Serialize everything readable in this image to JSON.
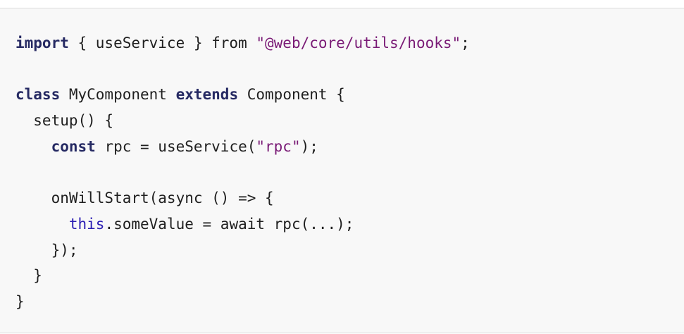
{
  "code": {
    "lines": [
      [
        {
          "t": "import",
          "c": "kw"
        },
        {
          "t": " { useService } from ",
          "c": "plain"
        },
        {
          "t": "\"@web/core/utils/hooks\"",
          "c": "str"
        },
        {
          "t": ";",
          "c": "plain"
        }
      ],
      [],
      [
        {
          "t": "class",
          "c": "kw"
        },
        {
          "t": " MyComponent ",
          "c": "plain"
        },
        {
          "t": "extends",
          "c": "kw"
        },
        {
          "t": " Component {",
          "c": "plain"
        }
      ],
      [
        {
          "t": "  setup() {",
          "c": "plain"
        }
      ],
      [
        {
          "t": "    ",
          "c": "plain"
        },
        {
          "t": "const",
          "c": "kw"
        },
        {
          "t": " rpc = useService(",
          "c": "plain"
        },
        {
          "t": "\"rpc\"",
          "c": "str"
        },
        {
          "t": ");",
          "c": "plain"
        }
      ],
      [],
      [
        {
          "t": "    onWillStart(async () => {",
          "c": "plain"
        }
      ],
      [
        {
          "t": "      ",
          "c": "plain"
        },
        {
          "t": "this",
          "c": "this"
        },
        {
          "t": ".someValue = await rpc(...);",
          "c": "plain"
        }
      ],
      [
        {
          "t": "    });",
          "c": "plain"
        }
      ],
      [
        {
          "t": "  }",
          "c": "plain"
        }
      ],
      [
        {
          "t": "}",
          "c": "plain"
        }
      ]
    ]
  },
  "colors": {
    "background": "#f8f8f8",
    "keyword": "#262a63",
    "string": "#7a1b76",
    "this_keyword": "#2a1db3",
    "text": "#1f1f1f"
  }
}
